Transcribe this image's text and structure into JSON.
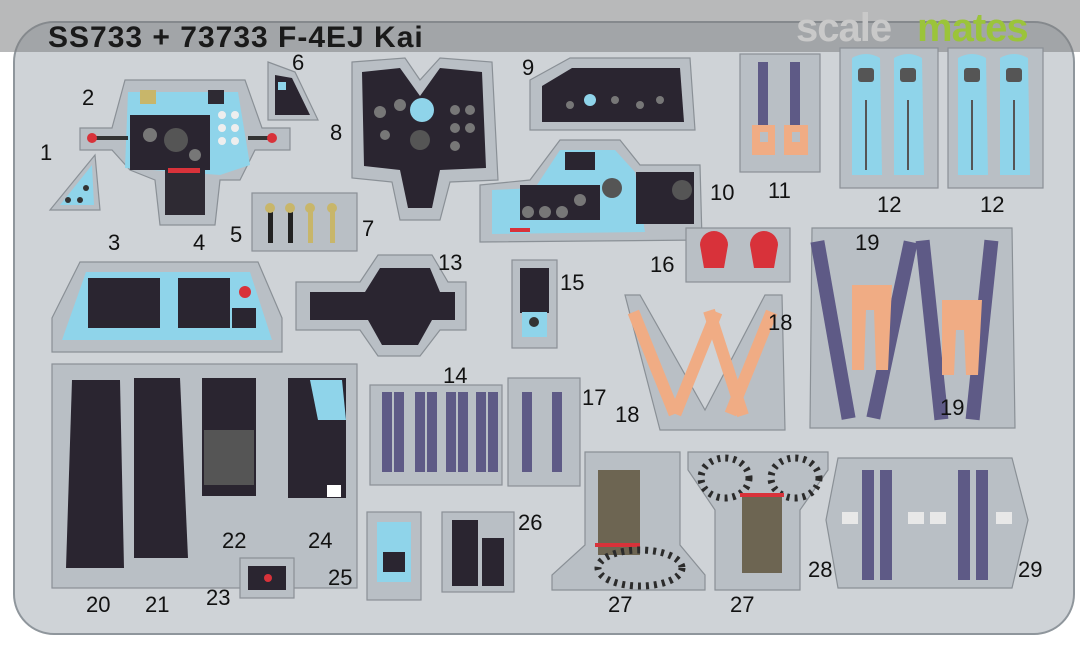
{
  "header": {
    "title": "SS733 + 73733  F-4EJ Kai",
    "watermark_part1": "scale",
    "watermark_part2": "mates"
  },
  "part_numbers": [
    "1",
    "2",
    "3",
    "4",
    "5",
    "6",
    "7",
    "8",
    "9",
    "10",
    "11",
    "12",
    "12",
    "13",
    "14",
    "15",
    "16",
    "17",
    "18",
    "18",
    "19",
    "19",
    "20",
    "21",
    "22",
    "23",
    "24",
    "25",
    "26",
    "27",
    "27",
    "28",
    "29"
  ],
  "colors": {
    "fret": "#cfd3d7",
    "part": "#b9bfc5",
    "panel": "#2a2530",
    "blue": "#8fd4ea",
    "strap": "#5e5a86",
    "peach": "#f0ac84",
    "red": "#d8323a",
    "watermark_gray": "#c9c9c9",
    "watermark_green": "#9bc43a"
  }
}
